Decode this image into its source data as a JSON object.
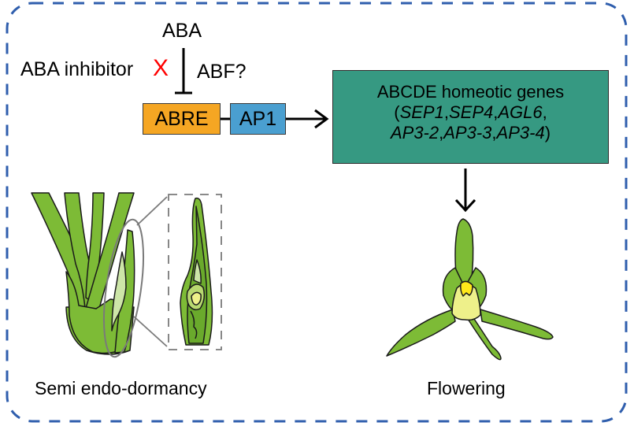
{
  "colors": {
    "border_dash": "#2f5ead",
    "abre_fill": "#f5a623",
    "ap1_fill": "#4a9fd0",
    "gene_box_fill": "#369982",
    "inhibit_x": "#ff0000",
    "leaf_green": "#7dbb36",
    "bud_pale": "#cde6a8",
    "flower_lip": "#eef08a",
    "flower_column": "#ffe81a"
  },
  "pathway": {
    "hormone": "ABA",
    "inhibitor_label": "ABA inhibitor",
    "inhibitor_mark": "X",
    "factor_label": "ABF?",
    "element_1": "ABRE",
    "element_2": "AP1"
  },
  "genes": {
    "title": "ABCDE homeotic genes",
    "open_paren": "(",
    "list_line1": [
      "SEP1",
      "SEP4",
      "AGL6"
    ],
    "list_line2": [
      "AP3-2",
      "AP3-3",
      "AP3-4"
    ],
    "separator": ",",
    "close_paren": ")"
  },
  "illustrations": {
    "left_icon": "bulb-shoot-with-dormant-bud",
    "zoom_icon": "dormant-bud-cross-section",
    "right_icon": "orchid-flower"
  },
  "captions": {
    "left": "Semi endo-dormancy",
    "right": "Flowering"
  }
}
